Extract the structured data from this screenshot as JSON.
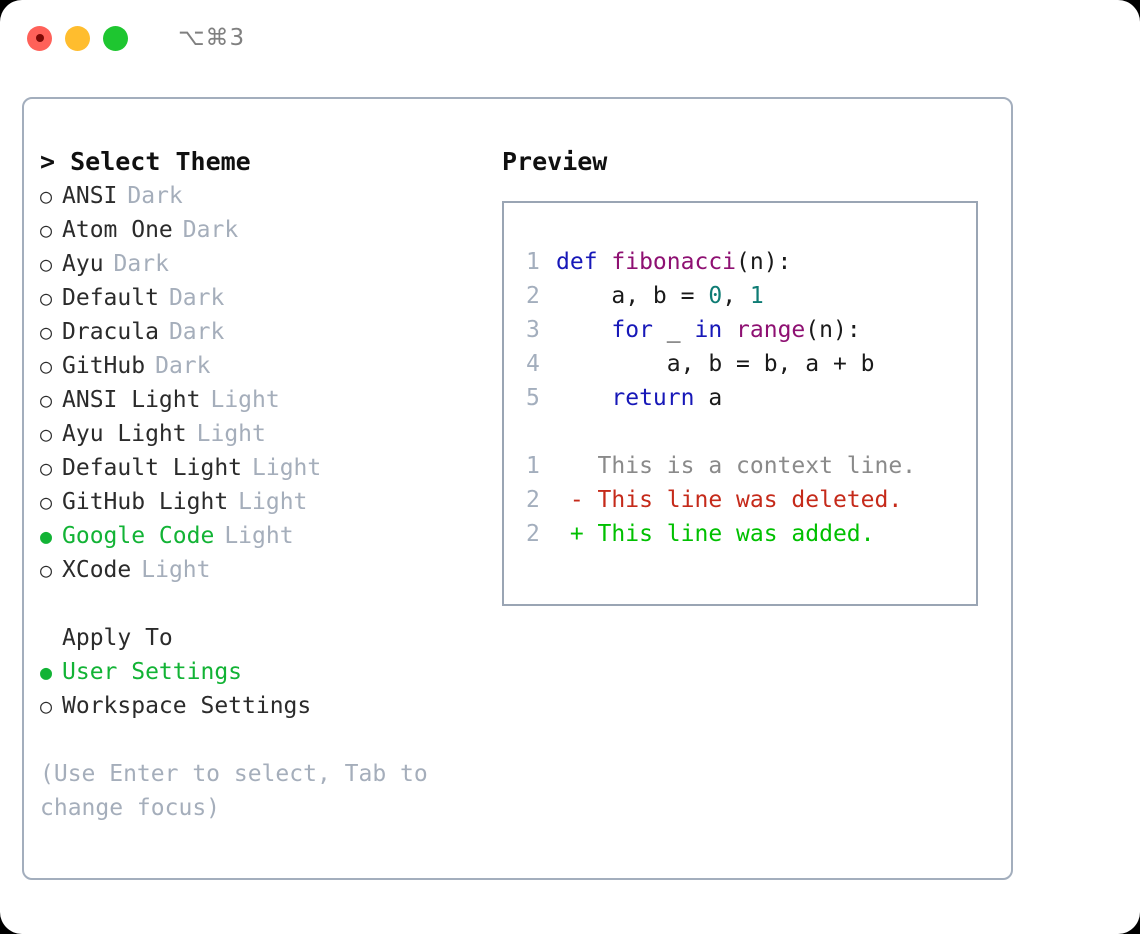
{
  "titlebar": {
    "shortcut": "⌥⌘3",
    "buttons": {
      "close": "close",
      "minimize": "minimize",
      "maximize": "maximize"
    }
  },
  "theme_picker": {
    "prompt": "> Select Theme",
    "bullet_unselected": "○",
    "bullet_selected": "●",
    "items": [
      {
        "name": "ANSI",
        "variant": "Dark",
        "selected": false
      },
      {
        "name": "Atom One",
        "variant": "Dark",
        "selected": false
      },
      {
        "name": "Ayu",
        "variant": "Dark",
        "selected": false
      },
      {
        "name": "Default",
        "variant": "Dark",
        "selected": false
      },
      {
        "name": "Dracula",
        "variant": "Dark",
        "selected": false
      },
      {
        "name": "GitHub",
        "variant": "Dark",
        "selected": false
      },
      {
        "name": "ANSI Light",
        "variant": "Light",
        "selected": false
      },
      {
        "name": "Ayu Light",
        "variant": "Light",
        "selected": false
      },
      {
        "name": "Default Light",
        "variant": "Light",
        "selected": false
      },
      {
        "name": "GitHub Light",
        "variant": "Light",
        "selected": false
      },
      {
        "name": "Google Code",
        "variant": "Light",
        "selected": true
      },
      {
        "name": "XCode",
        "variant": "Light",
        "selected": false
      }
    ]
  },
  "apply_to": {
    "heading": "Apply To",
    "options": [
      {
        "label": "User Settings",
        "selected": true
      },
      {
        "label": "Workspace Settings",
        "selected": false
      }
    ]
  },
  "hint": "(Use Enter to select, Tab to change focus)",
  "preview": {
    "title": "Preview",
    "code_lines": [
      {
        "num": "1",
        "tokens": [
          {
            "text": "def ",
            "type": "kw"
          },
          {
            "text": "fibonacci",
            "type": "fn"
          },
          {
            "text": "(n):",
            "type": "plain"
          }
        ]
      },
      {
        "num": "2",
        "tokens": [
          {
            "text": "    a, b = ",
            "type": "plain"
          },
          {
            "text": "0",
            "type": "num"
          },
          {
            "text": ", ",
            "type": "plain"
          },
          {
            "text": "1",
            "type": "num"
          }
        ]
      },
      {
        "num": "3",
        "tokens": [
          {
            "text": "    ",
            "type": "plain"
          },
          {
            "text": "for",
            "type": "kw"
          },
          {
            "text": " _ ",
            "type": "plain"
          },
          {
            "text": "in",
            "type": "kw"
          },
          {
            "text": " ",
            "type": "plain"
          },
          {
            "text": "range",
            "type": "fn"
          },
          {
            "text": "(n):",
            "type": "plain"
          }
        ]
      },
      {
        "num": "4",
        "tokens": [
          {
            "text": "        a, b = b, a + b",
            "type": "plain"
          }
        ]
      },
      {
        "num": "5",
        "tokens": [
          {
            "text": "    ",
            "type": "plain"
          },
          {
            "text": "return",
            "type": "kw"
          },
          {
            "text": " a",
            "type": "plain"
          }
        ]
      }
    ],
    "diff_lines": [
      {
        "num": "1",
        "text": "   This is a context line.",
        "kind": "ctx"
      },
      {
        "num": "2",
        "text": " - This line was deleted.",
        "kind": "del"
      },
      {
        "num": "2",
        "text": " + This line was added.",
        "kind": "add"
      }
    ]
  },
  "colors": {
    "selected_green": "#12b335",
    "diff_add_green": "#00c000",
    "diff_del_red": "#c52a1a",
    "diff_ctx_gray": "#8a8a8a",
    "muted_gray": "#a5aebb",
    "keyword_blue": "#1718b8",
    "function_purple": "#8e1072",
    "number_teal": "#0e7c74",
    "border_gray": "#a3aebd"
  }
}
